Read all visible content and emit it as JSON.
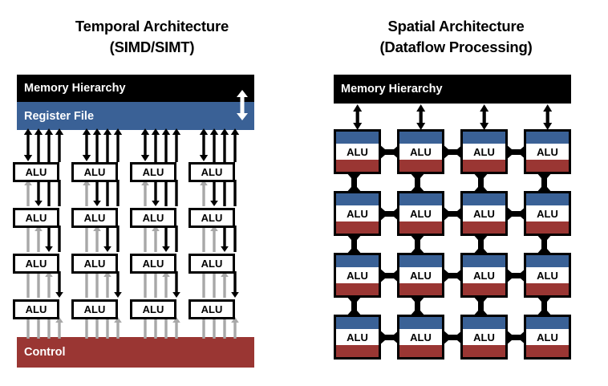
{
  "figure": {
    "panels": [
      {
        "id": "temporal",
        "title_line1": "Temporal Architecture",
        "title_line2": "(SIMD/SIMT)",
        "blocks": {
          "memory": "Memory Hierarchy",
          "register_file": "Register File",
          "control": "Control"
        },
        "alu_label": "ALU",
        "alu_columns": 4,
        "alu_rows": 4,
        "colors": {
          "memory": "#000000",
          "register_file": "#3a6196",
          "control": "#9a3633",
          "alu_fill": "#ffffff",
          "alu_border": "#000000",
          "data_arrow": "#000000",
          "control_arrow": "#a8a8a8"
        },
        "icons": {
          "mem_reg_link": "double-headed-arrow-icon"
        }
      },
      {
        "id": "spatial",
        "title_line1": "Spatial Architecture",
        "title_line2": "(Dataflow Processing)",
        "blocks": {
          "memory": "Memory Hierarchy"
        },
        "alu_label": "ALU",
        "pe_columns": 4,
        "pe_rows": 4,
        "colors": {
          "memory": "#000000",
          "pe_top_band": "#3a6196",
          "pe_mid_band": "#ffffff",
          "pe_bottom_band": "#9a3633",
          "pe_border": "#000000",
          "interconnect": "#000000"
        },
        "icons": {
          "mem_pe_link": "double-headed-arrow-icon"
        }
      }
    ]
  }
}
